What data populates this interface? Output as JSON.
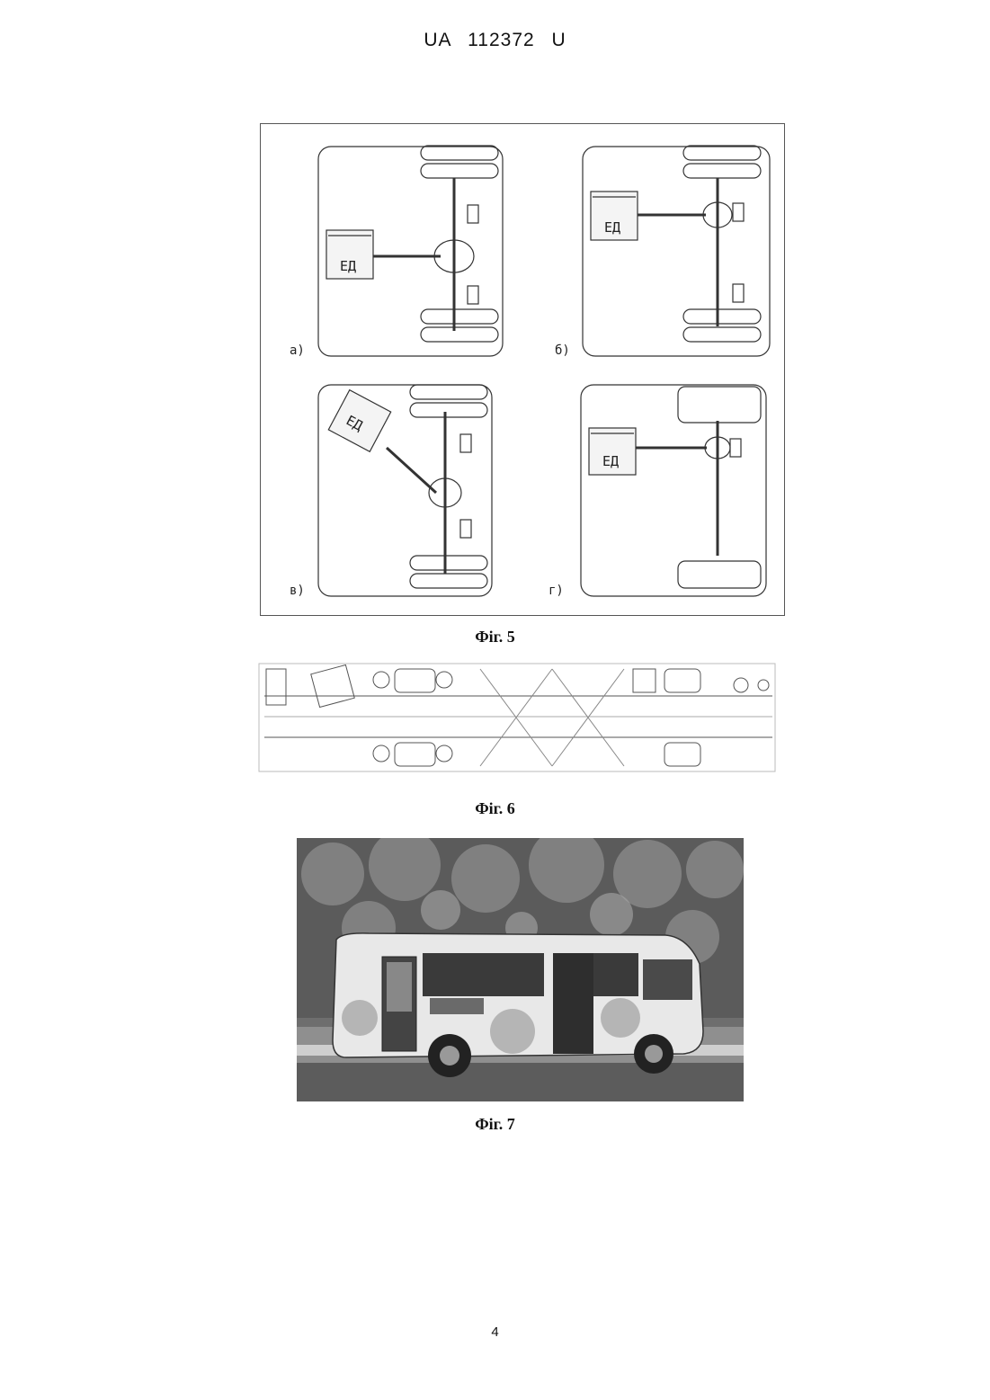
{
  "header": {
    "doc_number": "UA   112372   U"
  },
  "figure5": {
    "caption": "Фіг. 5",
    "panels": [
      {
        "label": "а)",
        "motor_label": "ЕД"
      },
      {
        "label": "б)",
        "motor_label": "ЕД"
      },
      {
        "label": "в)",
        "motor_label": "ЕД"
      },
      {
        "label": "г)",
        "motor_label": "ЕД"
      }
    ]
  },
  "figure6": {
    "caption": "Фіг. 6"
  },
  "figure7": {
    "caption": "Фіг. 7"
  },
  "footer": {
    "page_number": "4"
  }
}
